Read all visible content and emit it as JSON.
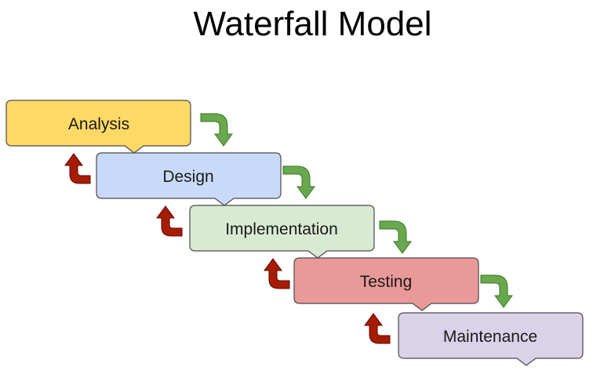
{
  "title": "Waterfall Model",
  "stages": [
    {
      "label": "Analysis",
      "color": "#ffd966"
    },
    {
      "label": "Design",
      "color": "#c9daf8"
    },
    {
      "label": "Implementation",
      "color": "#d9ead3"
    },
    {
      "label": "Testing",
      "color": "#ea9999"
    },
    {
      "label": "Maintenance",
      "color": "#d9d2e9"
    }
  ],
  "colors": {
    "stroke": "#4a4a4a",
    "forward_arrow": "#6aa84f",
    "forward_arrow_outline": "#38761d",
    "back_arrow": "#a61c00",
    "back_arrow_outline": "#660000"
  },
  "arrows": {
    "forward_icon": "curved-down-arrow",
    "back_icon": "curved-up-arrow"
  }
}
